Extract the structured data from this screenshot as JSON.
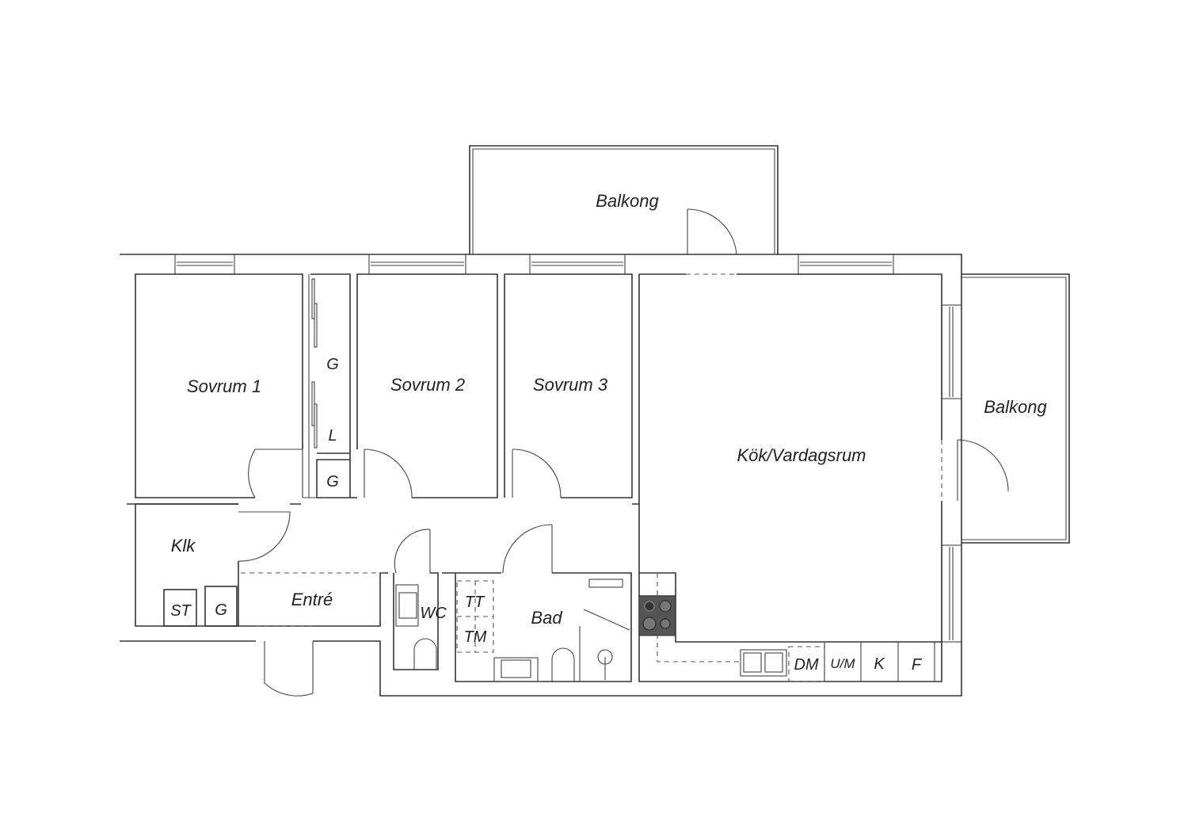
{
  "rooms": {
    "balcony_top": "Balkong",
    "balcony_right": "Balkong",
    "bedroom1": "Sovrum 1",
    "bedroom2": "Sovrum 2",
    "bedroom3": "Sovrum 3",
    "kitchen_living": "Kök/Vardagsrum",
    "closet_g1": "G",
    "closet_l": "L",
    "closet_g2": "G",
    "klk": "Klk",
    "st": "ST",
    "closet_g3": "G",
    "entre": "Entré",
    "wc": "WC",
    "tt": "TT",
    "tm": "TM",
    "bad": "Bad",
    "dm": "DM",
    "um": "U/M",
    "k": "K",
    "f": "F"
  },
  "colors": {
    "line": "#333333",
    "stove": "#555555"
  }
}
